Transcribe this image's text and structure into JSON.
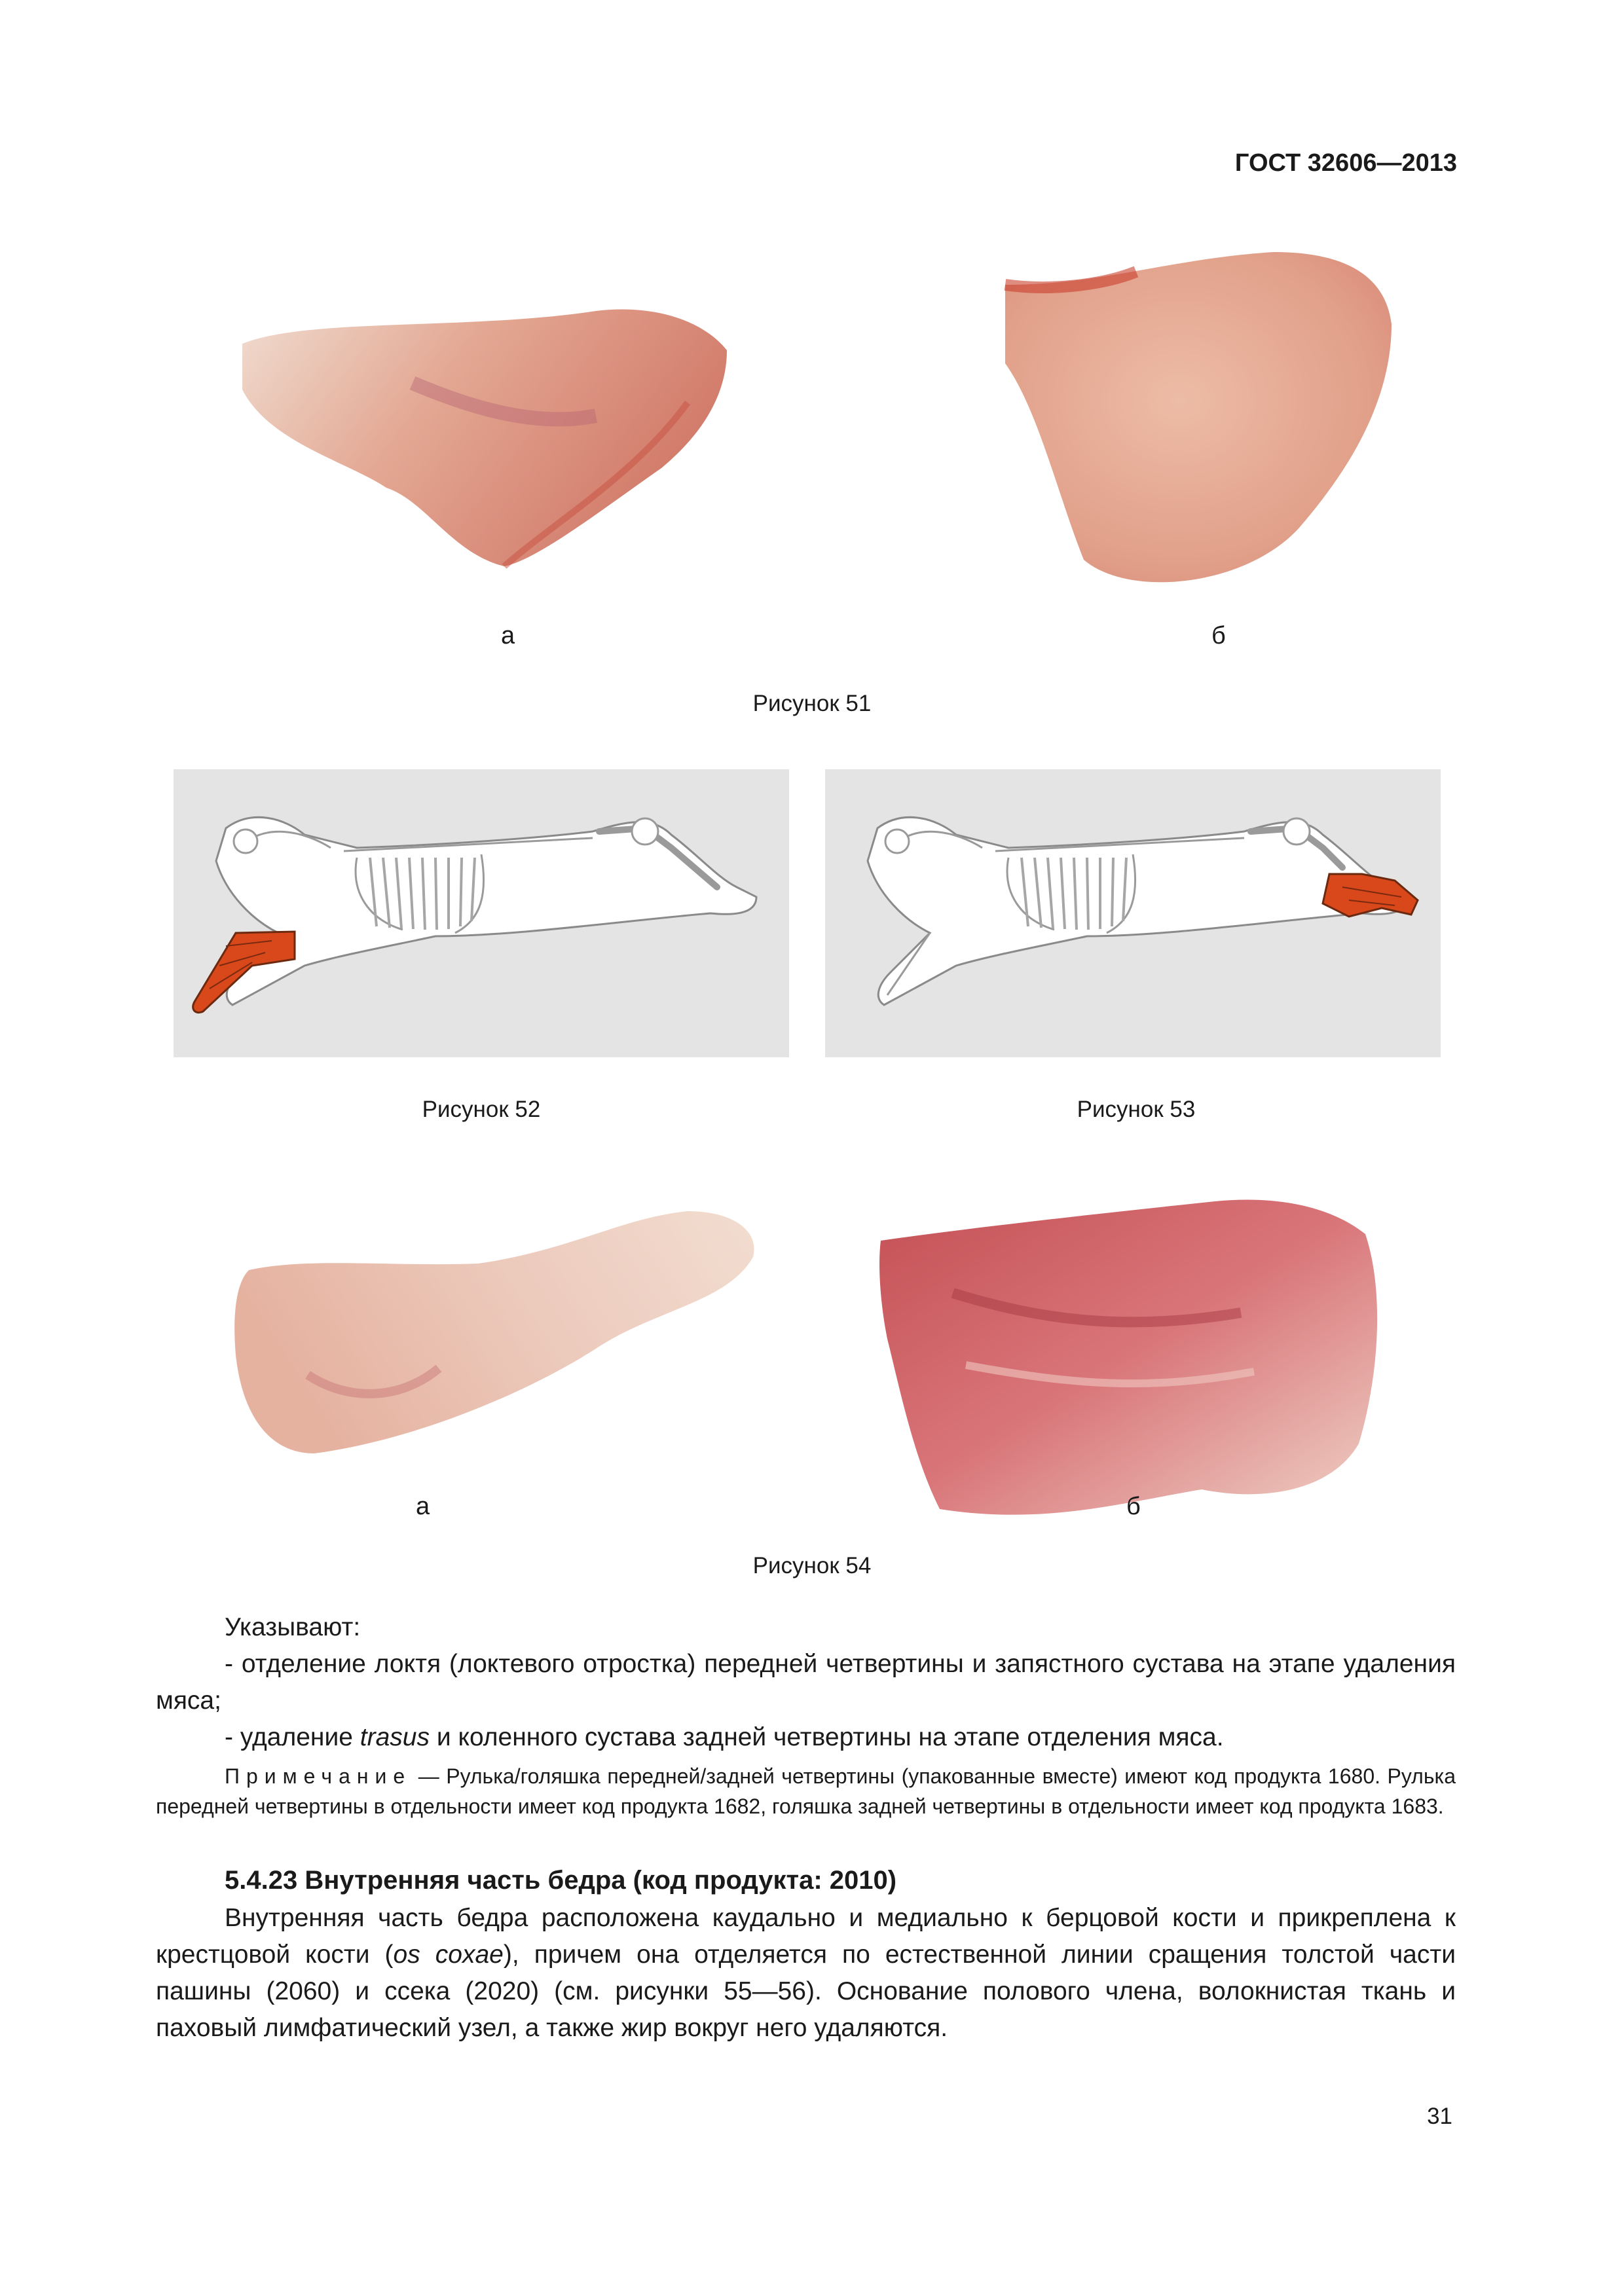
{
  "header": {
    "standard": "ГОСТ 32606—2013"
  },
  "figures": {
    "fig51": {
      "caption": "Рисунок 51",
      "label_a": "а",
      "label_b": "б"
    },
    "fig52": {
      "caption": "Рисунок 52"
    },
    "fig53": {
      "caption": "Рисунок 53"
    },
    "fig54": {
      "caption": "Рисунок 54",
      "label_a": "а",
      "label_b": "б"
    }
  },
  "colors": {
    "highlight": "#d9481a",
    "diagram_bg": "#e4e4e4",
    "meat": "#d98a78"
  },
  "text": {
    "intro": "Указывают:",
    "item1": "- отделение локтя (локтевого отростка) передней четвертины и запястного сустава на этапе удаления мяса;",
    "item2_a": "- удаление ",
    "item2_italic": "trasus",
    "item2_b": " и коленного сустава задней четвертины на этапе отделения мяса.",
    "note_label": "Примечание",
    "note_body": " — Рулька/голяшка передней/задней четвертины (упакованные вместе) имеют код продукта 1680. Рулька передней четвертины в отдельности имеет код продукта 1682, голяшка задней четвертины в отдельности имеет код продукта 1683.",
    "section_title": "5.4.23 Внутренняя часть бедра (код продукта: 2010)",
    "para_a": "Внутренняя часть бедра расположена каудально и медиально к берцовой кости и прикреплена к крестцовой кости (",
    "para_italic": "os coxae",
    "para_b": "), причем она отделяется по естественной линии сращения толстой части пашины (2060) и ссека (2020) (см. рисунки 55—56). Основание полового члена, волокнистая ткань и паховый лимфатический узел, а также жир вокруг него удаляются."
  },
  "page_number": "31"
}
